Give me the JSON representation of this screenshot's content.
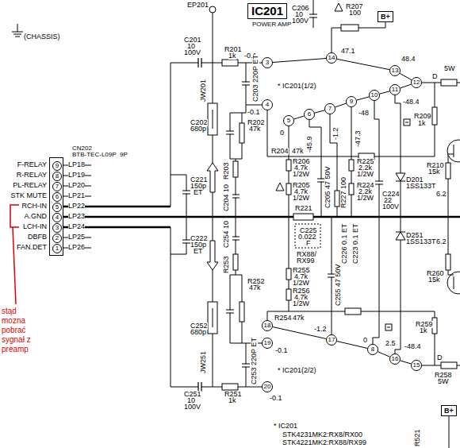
{
  "diagram": {
    "nodes": [
      {
        "text": [
          "IC201",
          "POWER AMP"
        ]
      },
      {
        "text": [
          "B+"
        ]
      },
      {
        "text": [
          "3"
        ]
      },
      {
        "text": [
          "4"
        ]
      },
      {
        "text": [
          "5"
        ]
      },
      {
        "text": [
          "6"
        ]
      },
      {
        "text": [
          "7"
        ]
      },
      {
        "text": [
          "9"
        ]
      },
      {
        "text": [
          "10"
        ]
      },
      {
        "text": [
          "11"
        ]
      },
      {
        "text": [
          "12"
        ]
      },
      {
        "text": [
          "13"
        ]
      },
      {
        "text": [
          "14"
        ]
      },
      {
        "text": [
          "18"
        ]
      },
      {
        "text": [
          "19"
        ]
      },
      {
        "text": [
          "17"
        ]
      },
      {
        "text": [
          "8"
        ]
      },
      {
        "text": [
          "16"
        ]
      },
      {
        "text": [
          "15"
        ]
      },
      {
        "text": [
          "20"
        ]
      },
      {
        "text": [
          "CN202",
          "BTB-TEC-L09P",
          "9P"
        ]
      },
      {
        "text": [
          "9"
        ],
        "in": 20
      },
      {
        "text": [
          "8"
        ],
        "in": 20
      },
      {
        "text": [
          "7"
        ],
        "in": 20
      },
      {
        "text": [
          "6"
        ],
        "in": 20
      },
      {
        "text": [
          "5"
        ],
        "in": 20
      },
      {
        "text": [
          "4"
        ],
        "in": 20
      },
      {
        "text": [
          "3"
        ],
        "in": 20
      },
      {
        "text": [
          "2"
        ],
        "in": 20
      },
      {
        "text": [
          "1"
        ],
        "in": 20
      },
      {
        "text": [
          "B+"
        ]
      }
    ],
    "edges": [
      {
        "from": 4,
        "to": 5,
        "arrow": "none"
      },
      {
        "from": 5,
        "to": 6,
        "arrow": "none"
      },
      {
        "from": 6,
        "to": 7,
        "arrow": "none"
      },
      {
        "from": 7,
        "to": 8,
        "arrow": "none"
      },
      {
        "from": 8,
        "to": 9,
        "arrow": "none"
      },
      {
        "from": 9,
        "to": 10,
        "arrow": "none"
      },
      {
        "from": 11,
        "to": 10,
        "arrow": "none"
      },
      {
        "from": 12,
        "to": 11,
        "arrow": "none"
      },
      {
        "from": 2,
        "to": 12,
        "arrow": "none"
      },
      {
        "from": 13,
        "to": 15,
        "arrow": "none"
      },
      {
        "from": 15,
        "to": 16,
        "arrow": "none"
      },
      {
        "from": 16,
        "to": 17,
        "arrow": "none"
      },
      {
        "from": 17,
        "to": 18,
        "arrow": "none"
      }
    ],
    "labels": [
      "(CHASSIS)",
      "EP201",
      "C206",
      "10",
      "100V",
      "R207",
      "100",
      "C201",
      "10",
      "100V",
      "R201",
      "1k",
      "-0.1",
      "47.1",
      "48.4",
      "D",
      "5W",
      "C203 220P ET",
      "* IC201(1/2)",
      "-0.1",
      "C202",
      "680p",
      "R202",
      "47k",
      "0",
      "-45.9",
      "-1.2",
      "-47.3",
      "-48",
      "-48.4",
      "R204",
      "47k",
      "R209",
      "1k",
      "R206",
      "4.7k",
      "1/2W",
      "R205",
      "4.7k",
      "1/2W",
      "C205 47 50V",
      "R225",
      "2.2k",
      "1/2W",
      "R224",
      "2.2k",
      "1/2W",
      "C224",
      "22",
      "100V",
      "R221",
      "C225",
      "0.022",
      "F",
      "RX88/",
      "RX99",
      "C226 0.1 ET",
      "C223 0.1 ET",
      "R227 100",
      "R210",
      "15k",
      "D201",
      "1SS133T",
      "6.2",
      "C221",
      "150p",
      "ET",
      "C222",
      "150p",
      "ET",
      "R203",
      "C204 10",
      "R253",
      "C254 10",
      "JW201",
      "JW251",
      "C252",
      "680p",
      "R252",
      "47k",
      "R254",
      "47k",
      "-0.1",
      "-1.2",
      "0",
      "2.5",
      "-48.4",
      "D",
      "* IC201(2/2)",
      "C253 220P ET",
      "C251",
      "10",
      "100V",
      "R251",
      "1k",
      "-0.1",
      "R255",
      "4.7k",
      "1/2W",
      "R256",
      "4.7k",
      "1/2W",
      "C255 47 50V",
      "D251",
      "1SS133T",
      "R260",
      "15k",
      "6.2",
      "R259",
      "1k",
      "R258",
      "5W",
      "* IC201",
      "STK4231MK2:RX8/RX00",
      "STK4221MK2:RX88/RX99",
      "R521",
      "F-RELAY",
      "R-RELAY",
      "PL-RELAY",
      "STK MUTE",
      "RCH-IN",
      "A.GND",
      "LCH-IN",
      "DBFB",
      "FAN.DET",
      "LP18",
      "LP19",
      "LP20",
      "LP21",
      "LP22",
      "LP23",
      "LP24",
      "LP25",
      "LP26",
      "stąd mozna pobrać sygnał z preamp"
    ]
  }
}
